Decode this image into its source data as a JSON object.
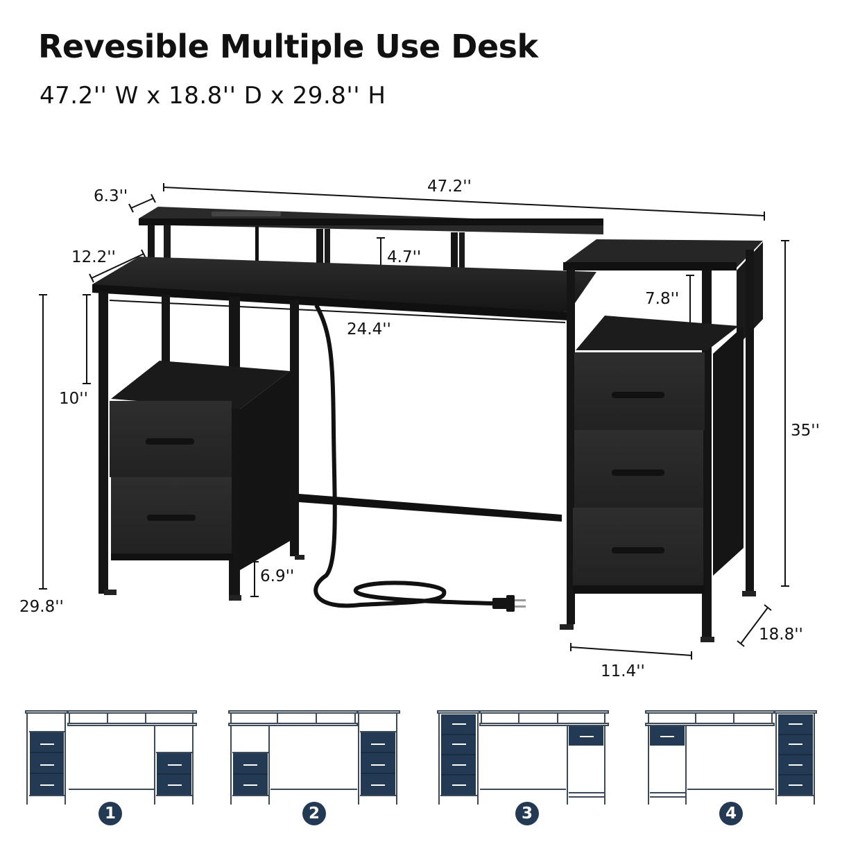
{
  "header": {
    "title": "Revesible Multiple Use Desk",
    "subtitle": "47.2'' W x 18.8'' D x 29.8'' H"
  },
  "dimensions": {
    "riser_depth": "6.3''",
    "total_width": "47.2''",
    "desk_depth": "12.2''",
    "riser_height": "4.7''",
    "open_shelf_height": "7.8''",
    "desktop_width": "24.4''",
    "left_shelf_height": "10''",
    "cabinet_height": "35''",
    "desk_height": "29.8''",
    "floor_clearance": "6.9''",
    "cabinet_width": "11.4''",
    "cabinet_depth": "18.8''"
  },
  "product": {
    "left_unit_drawers": 2,
    "right_unit_drawers": 3,
    "has_power_strip": true,
    "has_power_cord": true
  },
  "configurations": [
    {
      "number": "1",
      "left_drawers": 3,
      "left_open_top": true,
      "right_drawers": 2,
      "right_open_top": true,
      "tall_side": "left"
    },
    {
      "number": "2",
      "left_drawers": 2,
      "left_open_top": true,
      "right_drawers": 3,
      "right_open_top": true,
      "tall_side": "right"
    },
    {
      "number": "3",
      "left_drawers": 4,
      "left_open_top": false,
      "right_drawers": 1,
      "right_open_top": false,
      "tall_side": "left"
    },
    {
      "number": "4",
      "left_drawers": 1,
      "left_open_top": false,
      "right_drawers": 4,
      "right_open_top": false,
      "tall_side": "right"
    }
  ],
  "colors": {
    "desk_black": "#1c1c1c",
    "fabric_drawer": "#2a2a2a",
    "diagram_navy": "#233a54",
    "diagram_outline": "#3a4a5c"
  }
}
